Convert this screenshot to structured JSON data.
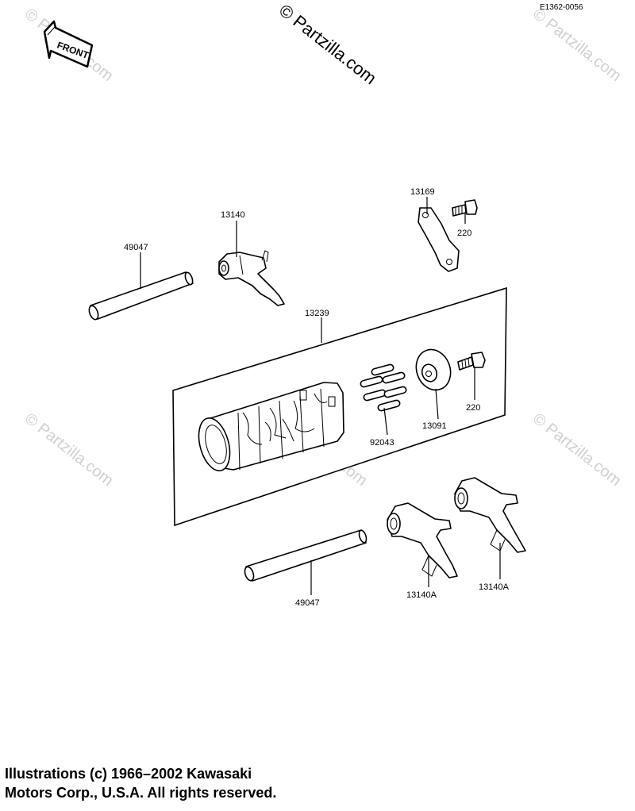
{
  "diagram_code": "E1362-0056",
  "watermark": {
    "main": "© Partzilla.com",
    "faint": "© Partzilla.com"
  },
  "front_arrow_label": "FRONT",
  "labels": {
    "shaft_upper": "49047",
    "fork_upper": "13140",
    "plate": "13169",
    "bolt_upper": "220",
    "drum_assembly": "13239",
    "bolt_right": "220",
    "pins": "92043",
    "cam": "13091",
    "shaft_lower": "49047",
    "fork_lower_left": "13140A",
    "fork_lower_right": "13140A"
  },
  "copyright": {
    "line1": "Illustrations (c) 1966–2002 Kawasaki",
    "line2": "Motors Corp., U.S.A.  All rights reserved."
  }
}
